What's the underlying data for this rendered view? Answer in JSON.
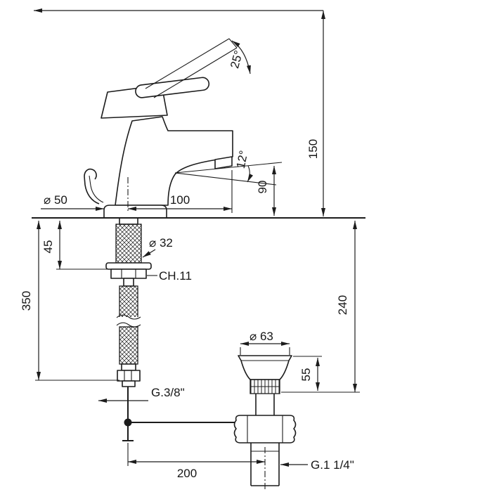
{
  "drawing": {
    "kind": "technical-dimension-drawing",
    "subject": "single-lever basin mixer with pop-up waste",
    "line_color": "#1c1c1c",
    "background": "#ffffff",
    "labels": {
      "lever_angle": "25°",
      "overall_height": "150",
      "spout_angle": "12°",
      "spout_height": "90",
      "spout_reach": "100",
      "base_diameter": "⌀ 50",
      "shank_length": "45",
      "shank_diameter": "⌀ 32",
      "wrench_size": "CH.11",
      "hose_length": "350",
      "drain_height": "240",
      "drain_flange_diameter": "⌀ 63",
      "drain_flange_height": "55",
      "hose_thread": "G.3/8\"",
      "drain_thread": "G.1 1/4\"",
      "centres_distance": "200"
    }
  }
}
